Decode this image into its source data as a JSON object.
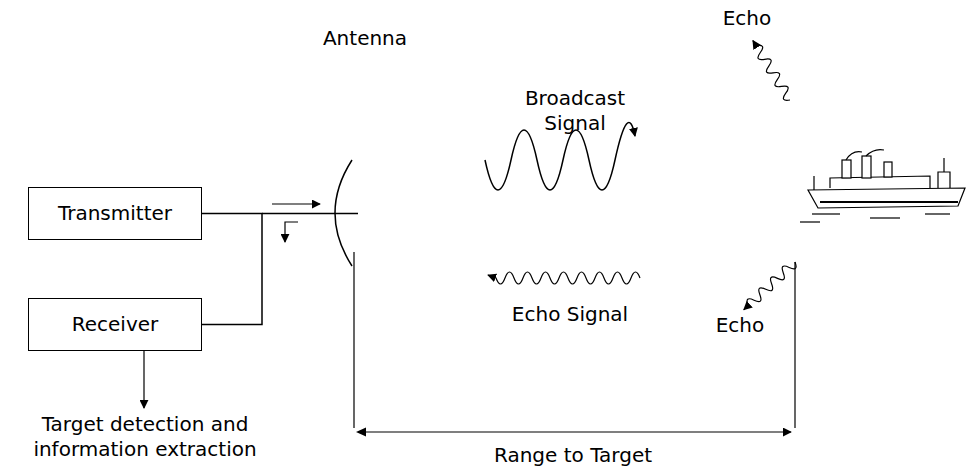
{
  "diagram": {
    "nodes": [
      {
        "text": [
          "Transmitter"
        ]
      },
      {
        "text": [
          "Receiver"
        ]
      }
    ],
    "edges": [
      {
        "from": 0,
        "to": 1,
        "arrow": "none"
      }
    ],
    "labels": [
      "Antenna",
      "Broadcast Signal",
      "Echo",
      "Echo Signal",
      "Echo",
      "Target detection and information extraction",
      "Range to Target"
    ]
  }
}
